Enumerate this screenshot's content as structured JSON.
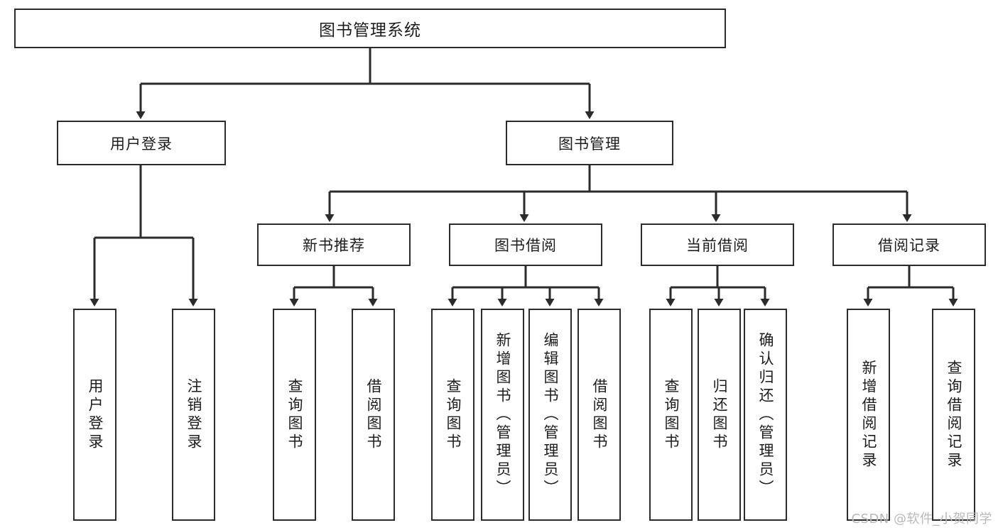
{
  "diagram": {
    "type": "tree",
    "title": "图书管理系统",
    "root": {
      "label": "图书管理系统"
    },
    "level1": [
      {
        "label": "用户登录"
      },
      {
        "label": "图书管理"
      }
    ],
    "level2": [
      {
        "label": "新书推荐"
      },
      {
        "label": "图书借阅"
      },
      {
        "label": "当前借阅"
      },
      {
        "label": "借阅记录"
      }
    ],
    "leaves": {
      "user_login": [
        {
          "label": "用户登录"
        },
        {
          "label": "注销登录"
        }
      ],
      "new_book_recommend": [
        {
          "label": "查询图书"
        },
        {
          "label": "借阅图书"
        }
      ],
      "book_borrow": [
        {
          "label": "查询图书"
        },
        {
          "label": "新增图书（管理员）"
        },
        {
          "label": "编辑图书（管理员）"
        },
        {
          "label": "借阅图书"
        }
      ],
      "current_borrow": [
        {
          "label": "查询图书"
        },
        {
          "label": "归还图书"
        },
        {
          "label": "确认归还（管理员）"
        }
      ],
      "borrow_record": [
        {
          "label": "新增借阅记录"
        },
        {
          "label": "查询借阅记录"
        }
      ]
    }
  },
  "watermark": {
    "text": "CSDN @软件_小贺同学"
  },
  "colors": {
    "border": "#2b2b2b",
    "text": "#1d1d1d",
    "background": "#ffffff",
    "watermark": "#b9b9b9"
  }
}
